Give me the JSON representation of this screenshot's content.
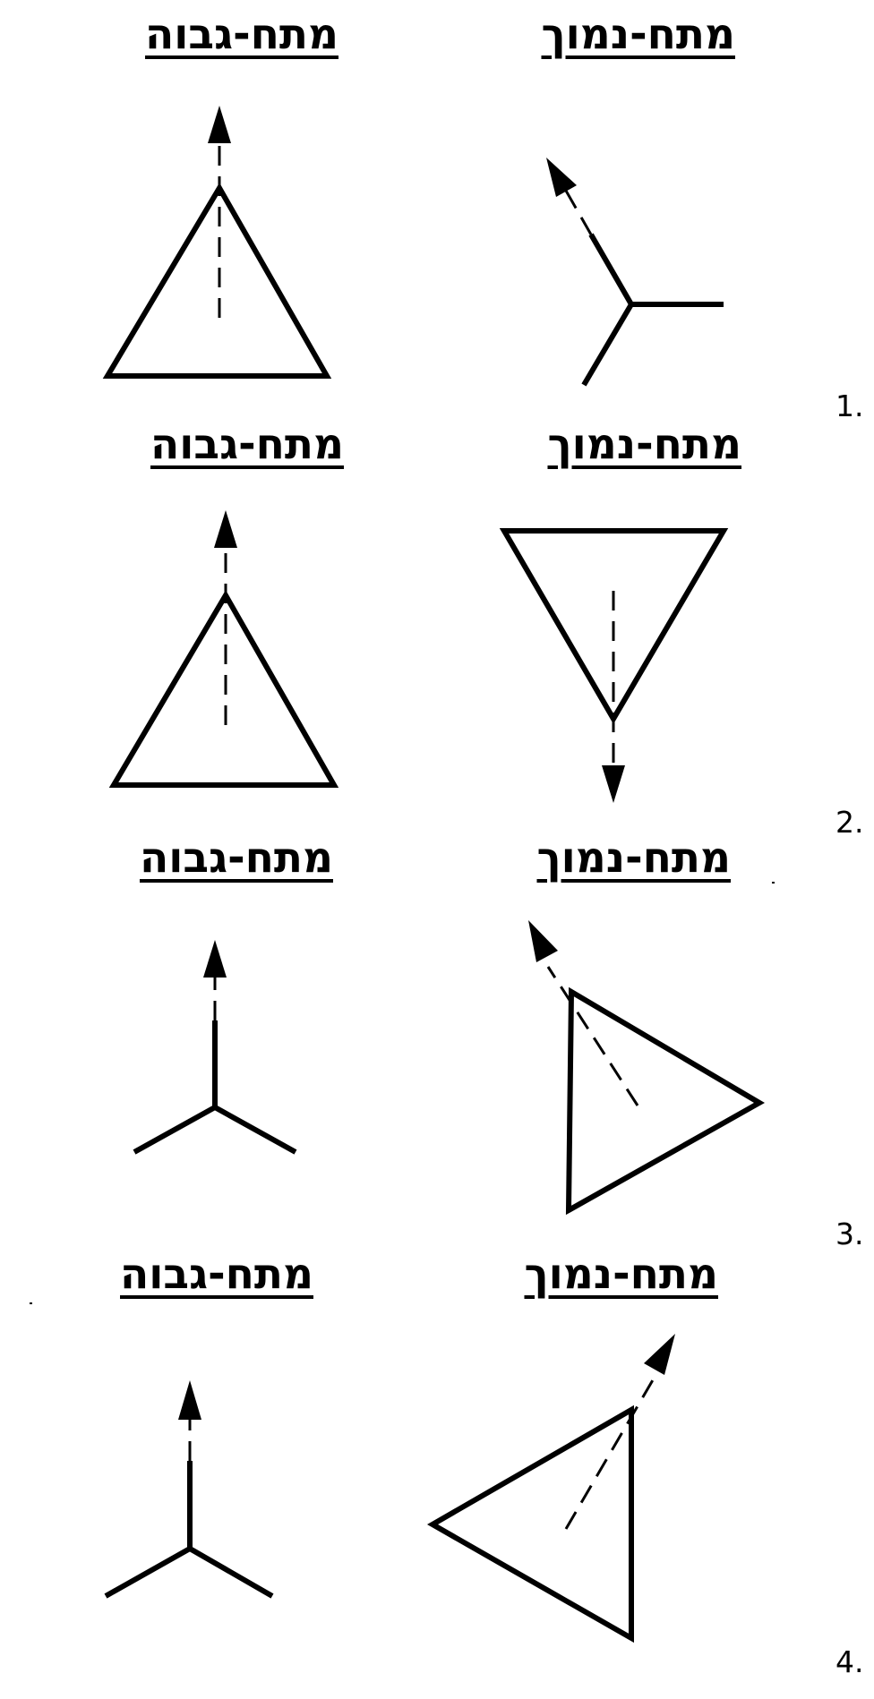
{
  "rows": [
    {
      "number": "1.",
      "left_label": "מתח-גבוה",
      "right_label": "מתח-נמוך"
    },
    {
      "number": "2.",
      "left_label": "מתח-גבוה",
      "right_label": "מתח-נמוך"
    },
    {
      "number": "3.",
      "left_label": "מתח-גבוה",
      "right_label": "מתח-נמוך"
    },
    {
      "number": "4.",
      "left_label": "מתח-גבוה",
      "right_label": "מתח-נמוך"
    }
  ],
  "symbols": {
    "delta": "triangle (delta) winding symbol with phasor arrow",
    "star": "star (wye) winding symbol with phasor arrow"
  },
  "colors": {
    "ink": "#000000",
    "background": "#ffffff"
  }
}
